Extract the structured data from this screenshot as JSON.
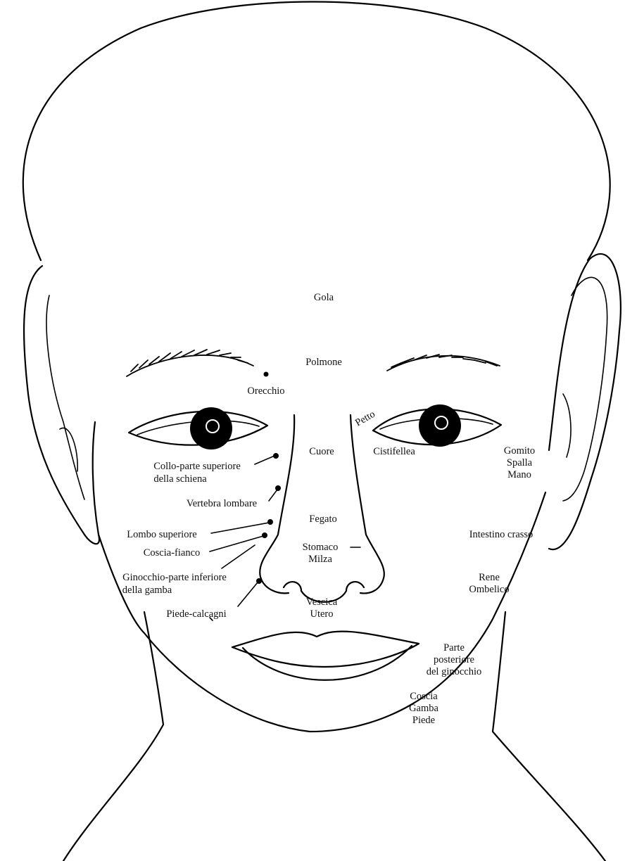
{
  "labels": {
    "gola": "Gola",
    "polmone": "Polmone",
    "orecchio": "Orecchio",
    "petto": "Petto",
    "cuore": "Cuore",
    "cistifellea": "Cistifellea",
    "gomito_spalla_mano": [
      "Gomito",
      "Spalla",
      "Mano"
    ],
    "collo_schiena": [
      "Collo-parte superiore",
      "della schiena"
    ],
    "vertebra_lombare": "Vertebra lombare",
    "fegato": "Fegato",
    "lombo_superiore": "Lombo superiore",
    "coscia_fianco": "Coscia-fianco",
    "stomaco_milza": [
      "Stomaco",
      "Milza"
    ],
    "intestino_crasso": "Intestino crasso",
    "ginocchio_gamba": [
      "Ginocchio-parte inferiore",
      "della gamba"
    ],
    "rene_ombelico": [
      "Rene",
      "Ombelico"
    ],
    "piede_calcagni": "Piede-calcagni",
    "vescica_utero": [
      "Vescica",
      "Utero"
    ],
    "parte_posteriore_ginocchio": [
      "Parte",
      "posteriore",
      "del ginocchio"
    ],
    "coscia_gamba_piede": [
      "Coscia",
      "Gamba",
      "Piede"
    ]
  }
}
